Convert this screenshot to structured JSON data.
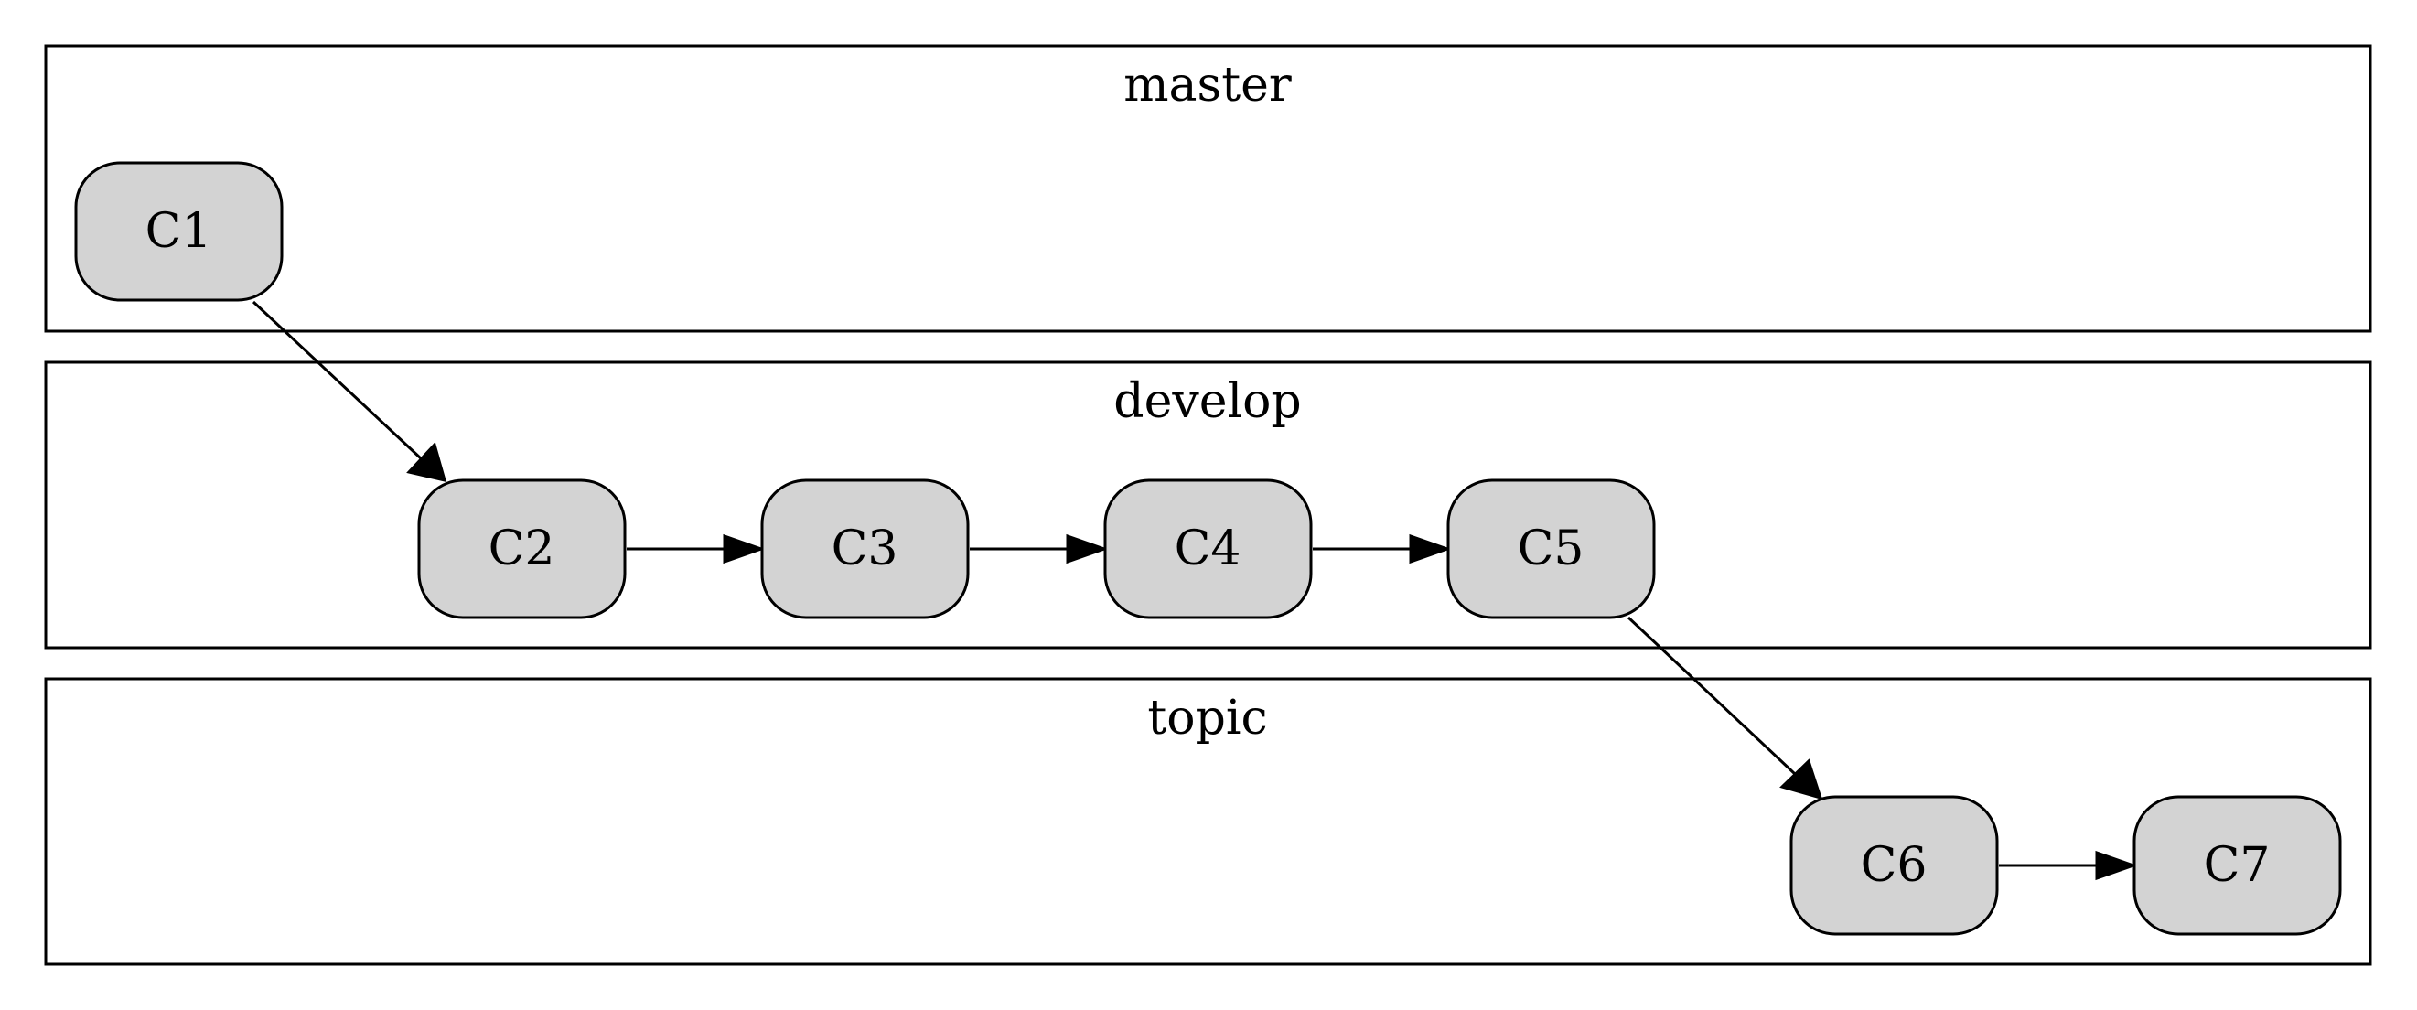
{
  "diagram": {
    "style": {
      "node_fill": "#d3d3d3",
      "stroke": "#000000",
      "background": "#ffffff"
    },
    "clusters": [
      {
        "id": "master",
        "label": "master"
      },
      {
        "id": "develop",
        "label": "develop"
      },
      {
        "id": "topic",
        "label": "topic"
      }
    ],
    "nodes": [
      {
        "id": "C1",
        "label": "C1",
        "cluster": "master"
      },
      {
        "id": "C2",
        "label": "C2",
        "cluster": "develop"
      },
      {
        "id": "C3",
        "label": "C3",
        "cluster": "develop"
      },
      {
        "id": "C4",
        "label": "C4",
        "cluster": "develop"
      },
      {
        "id": "C5",
        "label": "C5",
        "cluster": "develop"
      },
      {
        "id": "C6",
        "label": "C6",
        "cluster": "topic"
      },
      {
        "id": "C7",
        "label": "C7",
        "cluster": "topic"
      }
    ],
    "edges": [
      {
        "from": "C1",
        "to": "C2"
      },
      {
        "from": "C2",
        "to": "C3"
      },
      {
        "from": "C3",
        "to": "C4"
      },
      {
        "from": "C4",
        "to": "C5"
      },
      {
        "from": "C5",
        "to": "C6"
      },
      {
        "from": "C6",
        "to": "C7"
      }
    ]
  }
}
